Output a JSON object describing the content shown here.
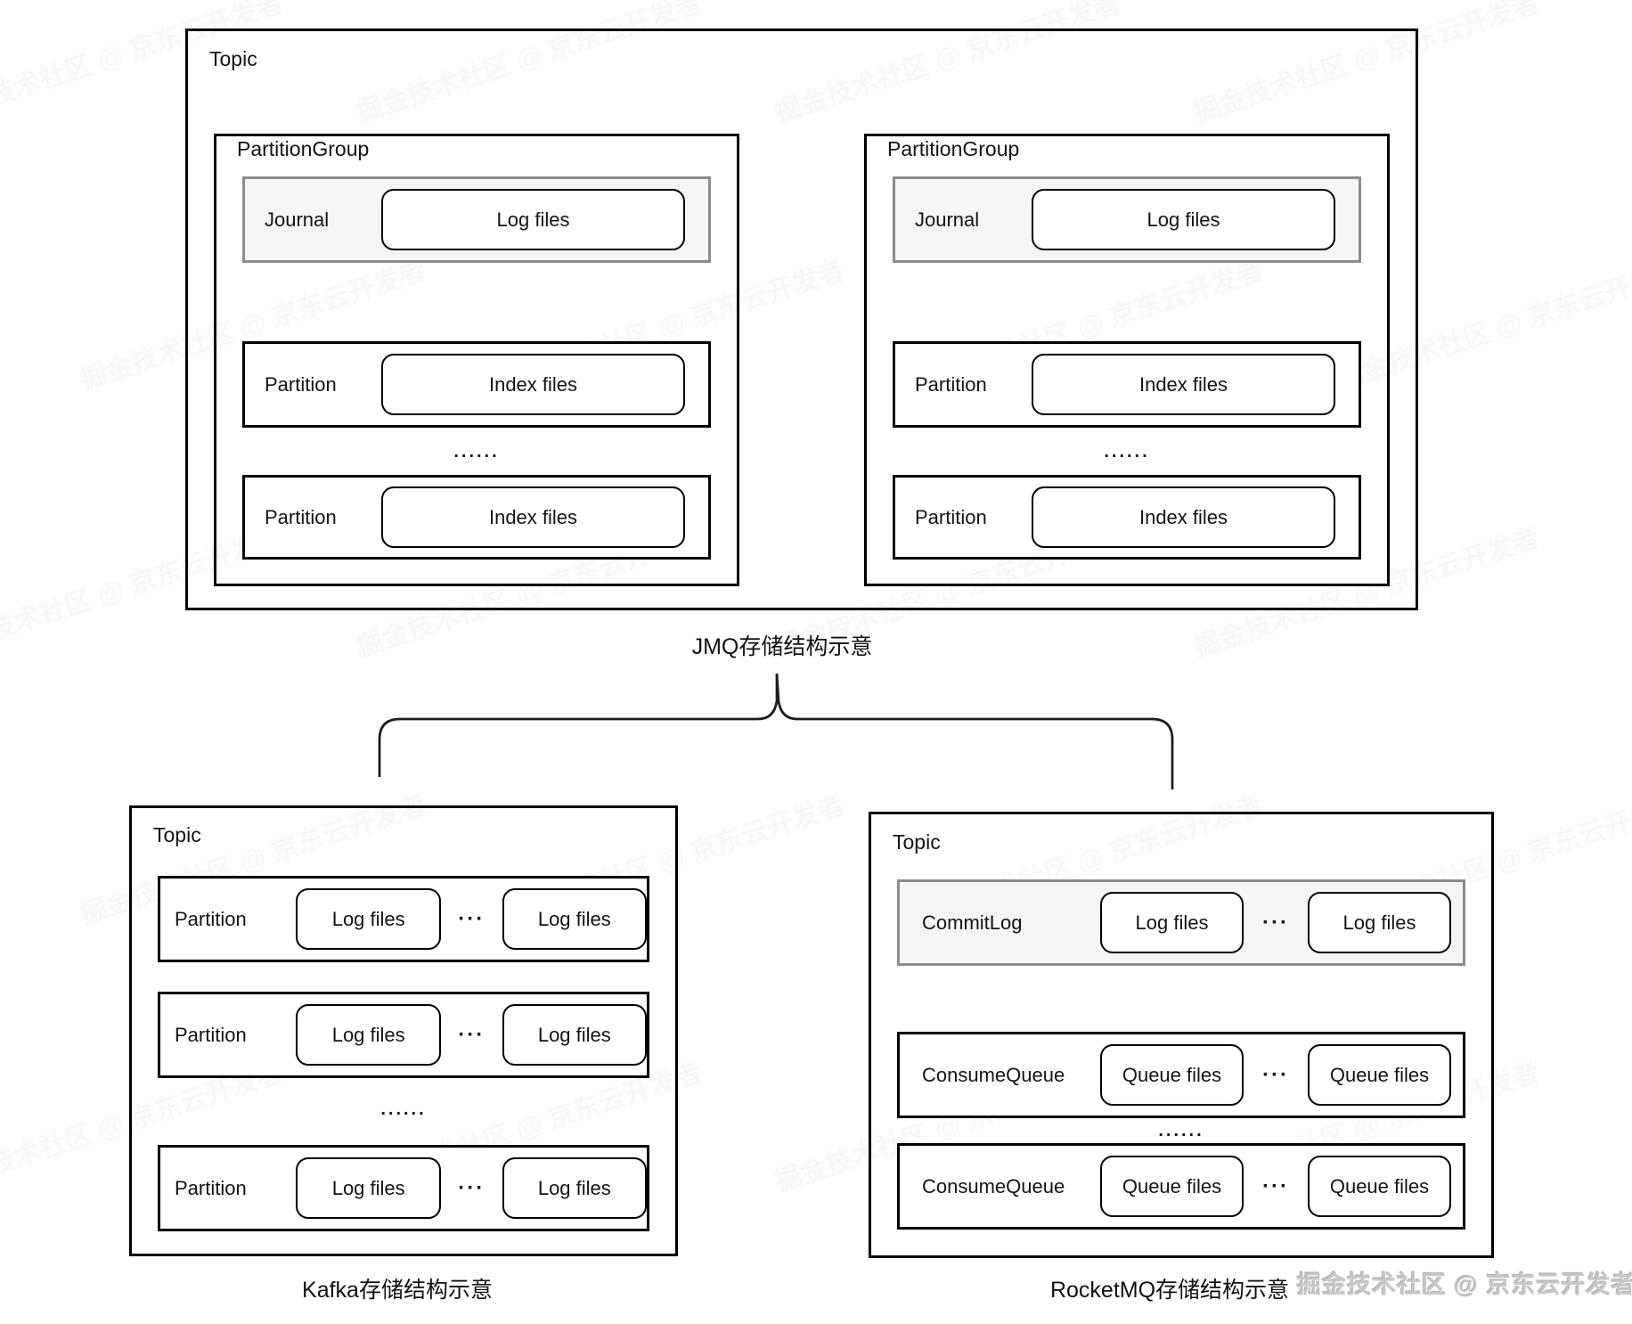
{
  "colors": {
    "line": "#000000",
    "gray_band_bg": "#f5f5f5",
    "gray_band_border": "#8c8c8c",
    "watermark": "#c6c6c6"
  },
  "jmq": {
    "topic_label": "Topic",
    "caption": "JMQ存储结构示意",
    "groups": [
      {
        "label": "PartitionGroup",
        "journal": {
          "label": "Journal",
          "file": "Log files"
        },
        "partitions": [
          {
            "label": "Partition",
            "file": "Index files"
          },
          {
            "label": "Partition",
            "file": "Index files"
          }
        ],
        "ellipsis": "......"
      },
      {
        "label": "PartitionGroup",
        "journal": {
          "label": "Journal",
          "file": "Log files"
        },
        "partitions": [
          {
            "label": "Partition",
            "file": "Index files"
          },
          {
            "label": "Partition",
            "file": "Index files"
          }
        ],
        "ellipsis": "......"
      }
    ]
  },
  "kafka": {
    "topic_label": "Topic",
    "caption": "Kafka存储结构示意",
    "ellipsis": "......",
    "rows": [
      {
        "label": "Partition",
        "file1": "Log files",
        "dots": "···",
        "file2": "Log files"
      },
      {
        "label": "Partition",
        "file1": "Log files",
        "dots": "···",
        "file2": "Log files"
      },
      {
        "label": "Partition",
        "file1": "Log files",
        "dots": "···",
        "file2": "Log files"
      }
    ]
  },
  "rocketmq": {
    "topic_label": "Topic",
    "caption": "RocketMQ存储结构示意",
    "ellipsis": "......",
    "commitlog": {
      "label": "CommitLog",
      "file1": "Log files",
      "dots": "···",
      "file2": "Log files"
    },
    "queues": [
      {
        "label": "ConsumeQueue",
        "file1": "Queue files",
        "dots": "···",
        "file2": "Queue files"
      },
      {
        "label": "ConsumeQueue",
        "file1": "Queue files",
        "dots": "···",
        "file2": "Queue files"
      }
    ]
  },
  "watermark": {
    "text": "掘金技术社区 @ 京东云开发者",
    "tile_text": "掘金技术社区 @ 京东云开发者"
  }
}
